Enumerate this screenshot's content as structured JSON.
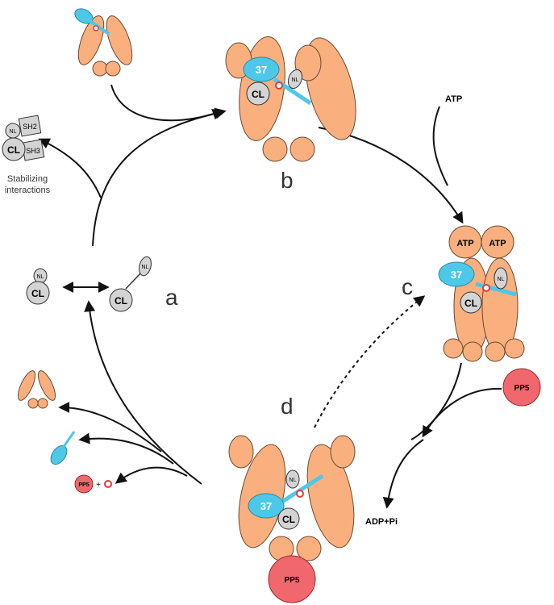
{
  "colors": {
    "hsp90": "#F9B07E",
    "hsp90_stroke": "#6b4a33",
    "cdc37": "#4DC8E8",
    "kinase": "#D4D4D4",
    "pp5": "#F0686D",
    "phosphate": "#E53935",
    "arrow": "#111111"
  },
  "labels": {
    "stage_a": "a",
    "stage_b": "b",
    "stage_c": "c",
    "stage_d": "d",
    "atp_in": "ATP",
    "adp_out": "ADP+Pi",
    "stabilizing_line1": "Stabilizing",
    "stabilizing_line2": "interactions",
    "cdc37": "37",
    "cl": "CL",
    "nl": "NL",
    "sh2": "SH2",
    "sh3": "SH3",
    "atp_site": "ATP",
    "pp5": "PP5",
    "plus": "+"
  }
}
